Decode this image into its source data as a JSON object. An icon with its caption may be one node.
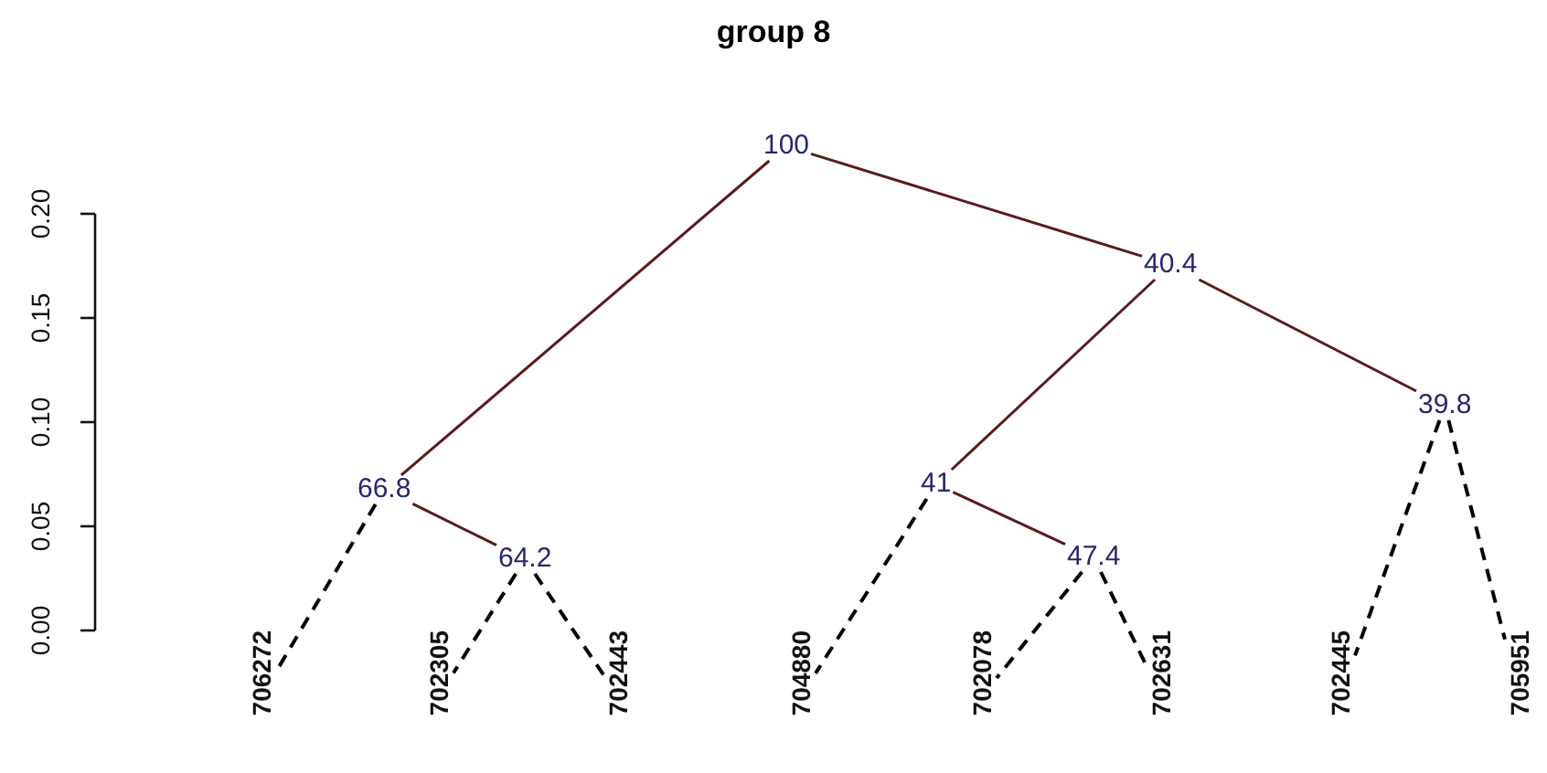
{
  "diagram": {
    "title": "group 8",
    "nodes": [
      {
        "text": [
          "100"
        ]
      },
      {
        "text": [
          "66.8"
        ]
      },
      {
        "text": [
          "64.2"
        ]
      },
      {
        "text": [
          "40.4"
        ]
      },
      {
        "text": [
          "41"
        ]
      },
      {
        "text": [
          "47.4"
        ]
      },
      {
        "text": [
          "39.8"
        ]
      },
      {
        "text": [
          "706272"
        ]
      },
      {
        "text": [
          "702305"
        ]
      },
      {
        "text": [
          "702443"
        ]
      },
      {
        "text": [
          "704880"
        ]
      },
      {
        "text": [
          "702078"
        ]
      },
      {
        "text": [
          "702631"
        ]
      },
      {
        "text": [
          "702445"
        ]
      },
      {
        "text": [
          "705951"
        ]
      }
    ],
    "edges": [
      {
        "from": 0,
        "to": 1,
        "arrow": "none"
      },
      {
        "from": 1,
        "to": 2,
        "arrow": "none"
      },
      {
        "from": 0,
        "to": 3,
        "arrow": "none"
      },
      {
        "from": 3,
        "to": 4,
        "arrow": "none"
      },
      {
        "from": 4,
        "to": 5,
        "arrow": "none"
      },
      {
        "from": 3,
        "to": 6,
        "arrow": "none"
      },
      {
        "from": 1,
        "to": 7,
        "arrow": "none",
        "style": "dashed",
        "color": "#000000"
      },
      {
        "from": 2,
        "to": 8,
        "arrow": "none",
        "style": "dashed",
        "color": "#000000"
      },
      {
        "from": 2,
        "to": 9,
        "arrow": "none",
        "style": "dashed",
        "color": "#000000"
      },
      {
        "from": 4,
        "to": 10,
        "arrow": "none",
        "style": "dashed",
        "color": "#000000"
      },
      {
        "from": 5,
        "to": 11,
        "arrow": "none",
        "style": "dashed",
        "color": "#000000"
      },
      {
        "from": 5,
        "to": 12,
        "arrow": "none",
        "style": "dashed",
        "color": "#000000"
      },
      {
        "from": 6,
        "to": 13,
        "arrow": "none",
        "style": "dashed",
        "color": "#000000"
      },
      {
        "from": 6,
        "to": 14,
        "arrow": "none",
        "style": "dashed",
        "color": "#000000"
      }
    ],
    "labels": [
      "0.00",
      "0.05",
      "0.10",
      "0.15",
      "0.20"
    ]
  }
}
